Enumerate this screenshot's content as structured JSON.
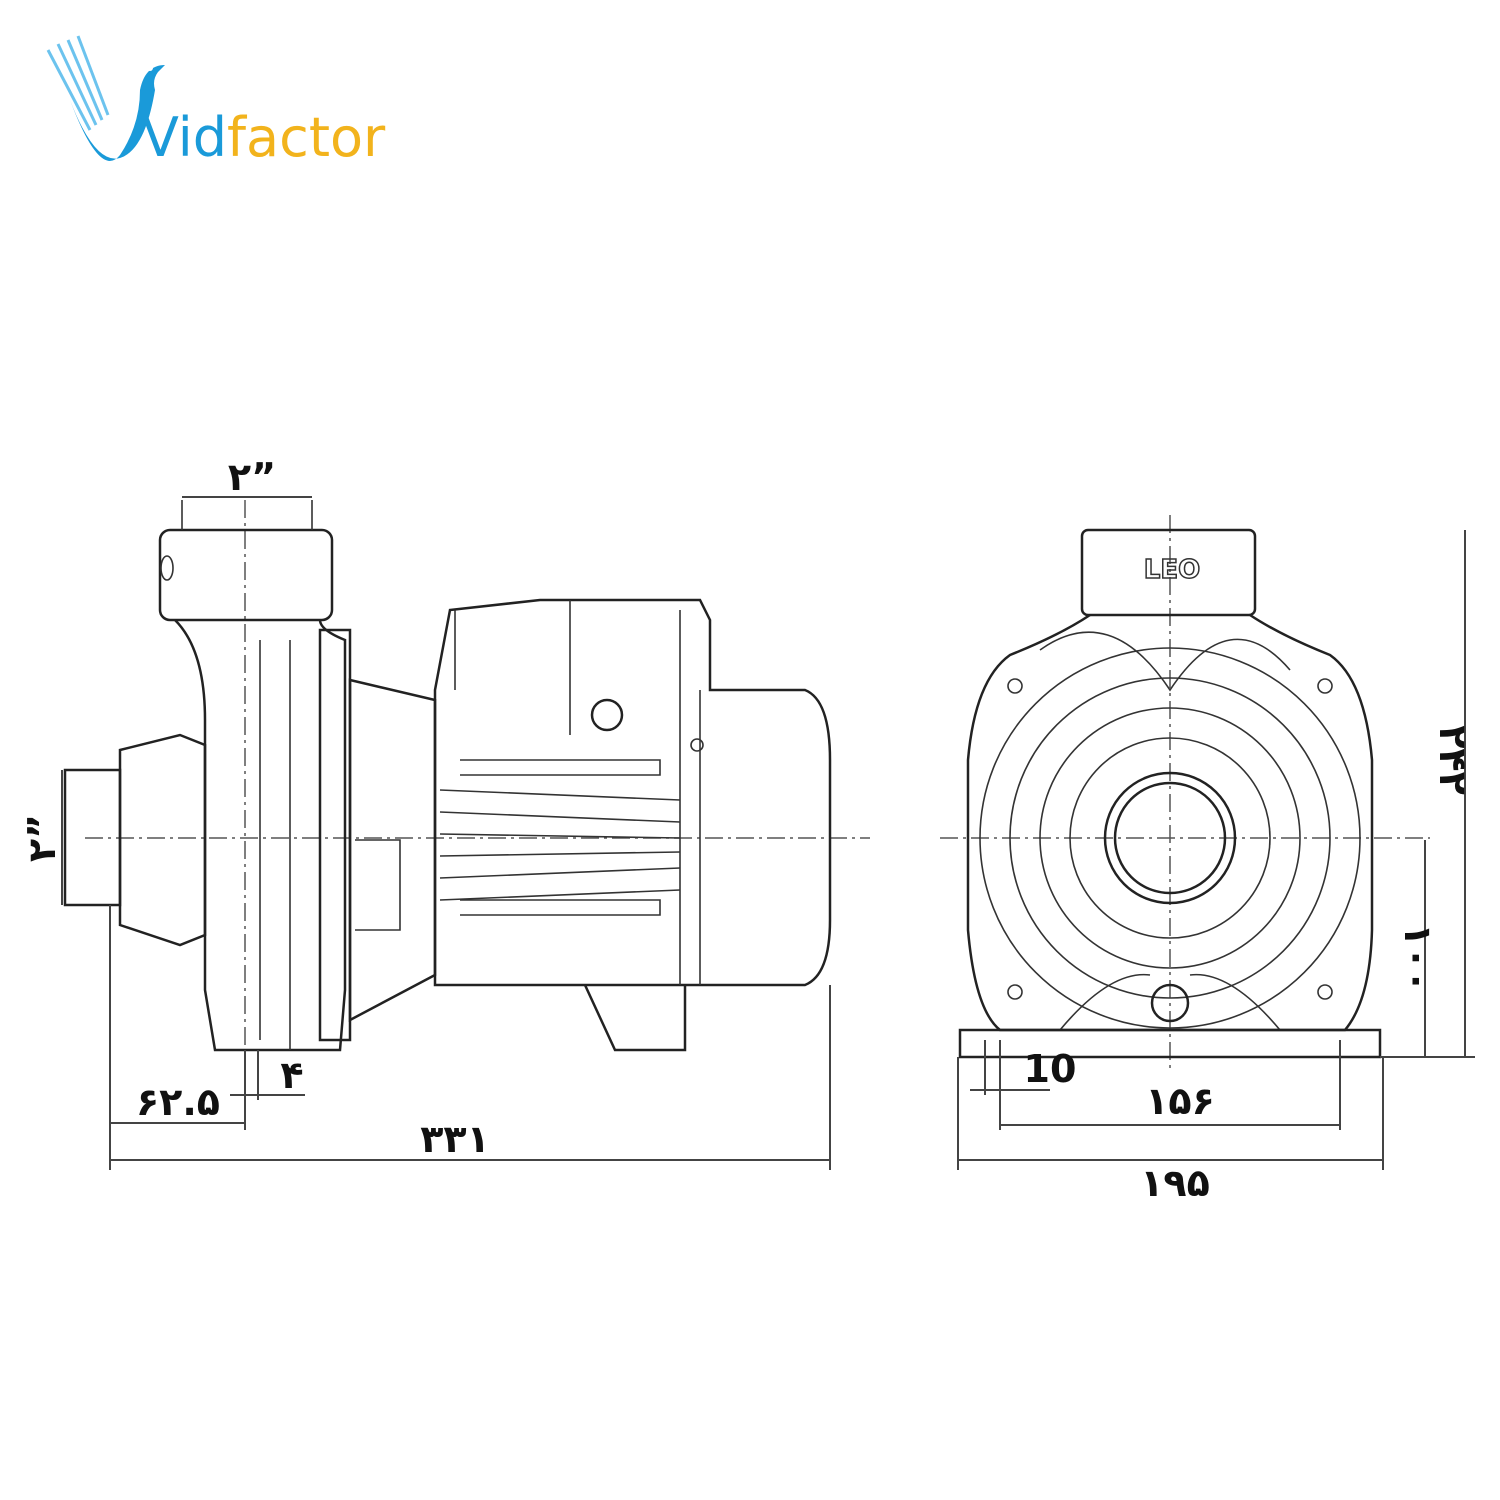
{
  "logo": {
    "text_blue": "Vid",
    "text_orange": "factor",
    "color_blue": "#1a9ad9",
    "color_orange": "#f2b31c"
  },
  "pump_brand": "LEO",
  "side_view": {
    "outlet_size": "۲”",
    "inlet_size": "۲”",
    "dim_62_5": "۶۲.۵",
    "dim_4": "۴",
    "overall_length": "۳۳۱"
  },
  "front_view": {
    "dim_10": "10",
    "bolt_spacing": "۱۵۶",
    "base_width": "۱۹۵",
    "axis_height": "۱۰۰",
    "overall_height": "۲۴۲"
  }
}
